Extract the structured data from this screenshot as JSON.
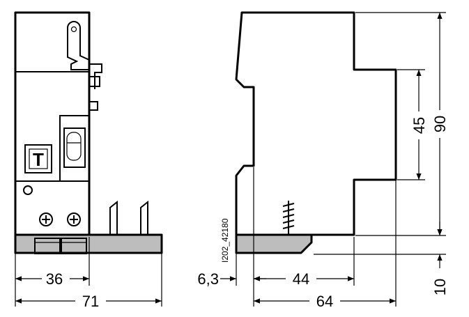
{
  "drawing_ref": "I202_42180",
  "front_view": {
    "test_button_label": "T",
    "dim_width_module": "36",
    "dim_width_total": "71"
  },
  "side_view": {
    "dim_rail_offset": "6,3",
    "dim_depth_front": "44",
    "dim_depth_total": "64",
    "dim_height_front": "45",
    "dim_height_total": "90",
    "dim_terminal_height": "10"
  },
  "colors": {
    "line": "#000000",
    "fill": "#bdbdbd",
    "background": "#ffffff"
  }
}
